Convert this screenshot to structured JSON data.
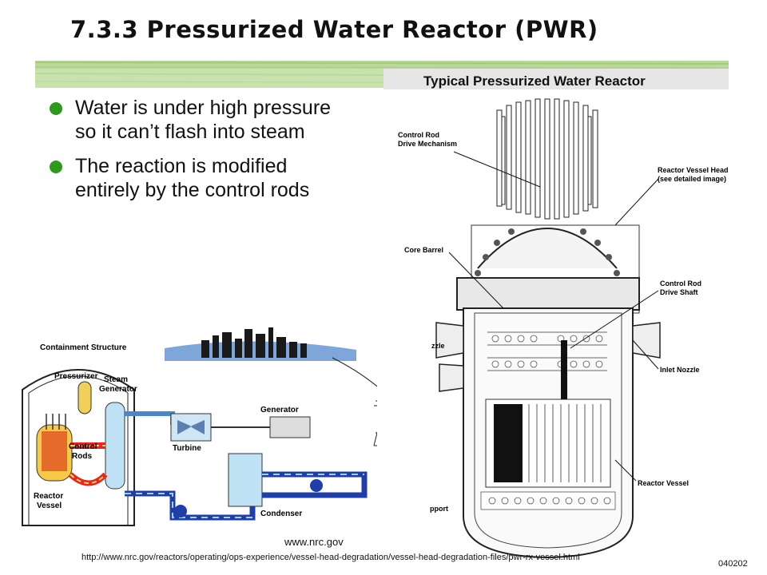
{
  "slide": {
    "title": "7.3.3 Pressurized Water Reactor (PWR)",
    "bullets": [
      {
        "line1": "Water is under high pressure",
        "line2": "so it can’t flash into steam"
      },
      {
        "line1": "The reaction is modified",
        "line2": "entirely by the control rods"
      }
    ],
    "colors": {
      "bullet": "#2e9a1b",
      "stripe": "#b9d89a"
    }
  },
  "reactor_figure": {
    "title": "Typical Pressurized Water Reactor",
    "labels": {
      "crdm_1": "Control Rod",
      "crdm_2": "Drive Mechanism",
      "head_1": "Reactor Vessel Head",
      "head_2": "(see detailed image)",
      "core_barrel": "Core Barrel",
      "shaft_1": "Control Rod",
      "shaft_2": "Drive Shaft",
      "outlet": "zzle",
      "inlet": "Inlet Nozzle",
      "vessel": "Reactor Vessel",
      "support": "pport"
    }
  },
  "pwr_diagram": {
    "labels": {
      "containment": "Containment Structure",
      "pressurizer": "Pressurizer",
      "steam_gen_1": "Steam",
      "steam_gen_2": "Generator",
      "control_rods_1": "Control",
      "control_rods_2": "Rods",
      "reactor_vessel_1": "Reactor",
      "reactor_vessel_2": "Vessel",
      "generator": "Generator",
      "turbine": "Turbine",
      "condenser": "Condenser"
    }
  },
  "footer": {
    "source_short": "www.nrc.gov",
    "source_url": "http://www.nrc.gov/reactors/operating/ops-experience/vessel-head-degradation/vessel-head-degradation-files/pwr-rx-vessel.html",
    "code": "040202"
  }
}
